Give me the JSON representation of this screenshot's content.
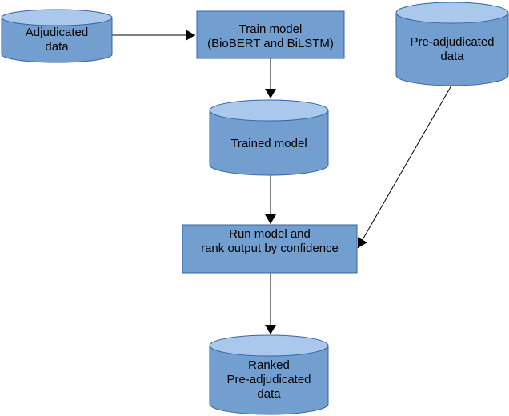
{
  "colors": {
    "fill": "#729fcf",
    "stroke": "#3465a4",
    "cylinder_top": "#a9c8ec",
    "edge": "#000000"
  },
  "nodes": {
    "adjudicated_data": {
      "shape": "cylinder",
      "lines": [
        "Adjudicated",
        "data"
      ]
    },
    "train_model": {
      "shape": "rectangle",
      "lines": [
        "Train model",
        "(BioBERT and BiLSTM)"
      ]
    },
    "pre_adjudicated_data": {
      "shape": "cylinder",
      "lines": [
        "Pre-adjudicated",
        "data"
      ]
    },
    "trained_model": {
      "shape": "cylinder",
      "lines": [
        "Trained model"
      ]
    },
    "run_model": {
      "shape": "rectangle",
      "lines": [
        "Run model and",
        "rank output by confidence"
      ]
    },
    "ranked_data": {
      "shape": "cylinder",
      "lines": [
        "Ranked",
        "Pre-adjudicated",
        "data"
      ]
    }
  },
  "edges": [
    {
      "from": "adjudicated_data",
      "to": "train_model"
    },
    {
      "from": "train_model",
      "to": "trained_model"
    },
    {
      "from": "trained_model",
      "to": "run_model"
    },
    {
      "from": "pre_adjudicated_data",
      "to": "run_model"
    },
    {
      "from": "run_model",
      "to": "ranked_data"
    }
  ]
}
